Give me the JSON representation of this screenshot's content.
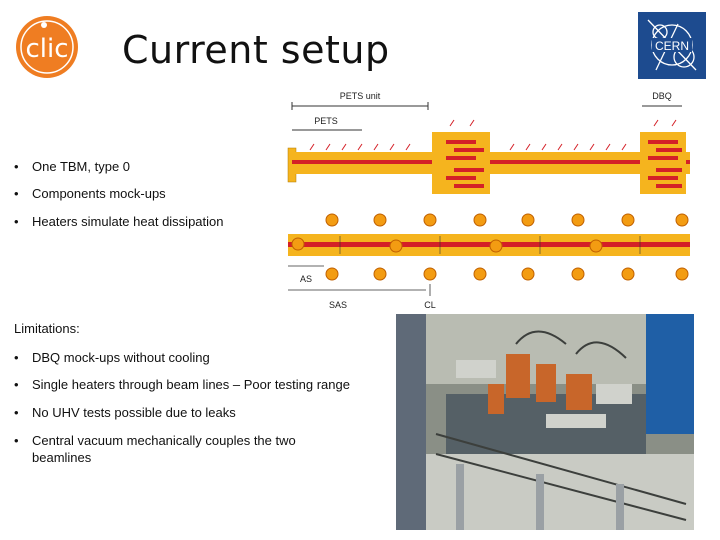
{
  "header": {
    "title": "Current setup"
  },
  "logos": {
    "clic_text": "clic",
    "cern_text": "CERN"
  },
  "intro_bullets": [
    "One TBM, type 0",
    "Components mock-ups",
    "Heaters simulate heat dissipation"
  ],
  "diagram": {
    "labels": {
      "pets_unit": "PETS unit",
      "pets": "PETS",
      "dbq": "DBQ",
      "as": "AS",
      "sas": "SAS",
      "cl": "CL"
    },
    "colors": {
      "beam": "#f5b41e",
      "red": "#d42027",
      "heater": "#f39c12"
    }
  },
  "limitations": {
    "heading": "Limitations:",
    "items": [
      "DBQ mock-ups without cooling",
      "Single heaters through beam lines – Poor testing range",
      "No UHV tests possible due to leaks",
      "Central vacuum mechanically couples the two beamlines"
    ]
  },
  "photo": {
    "icon": "lab-photo"
  }
}
